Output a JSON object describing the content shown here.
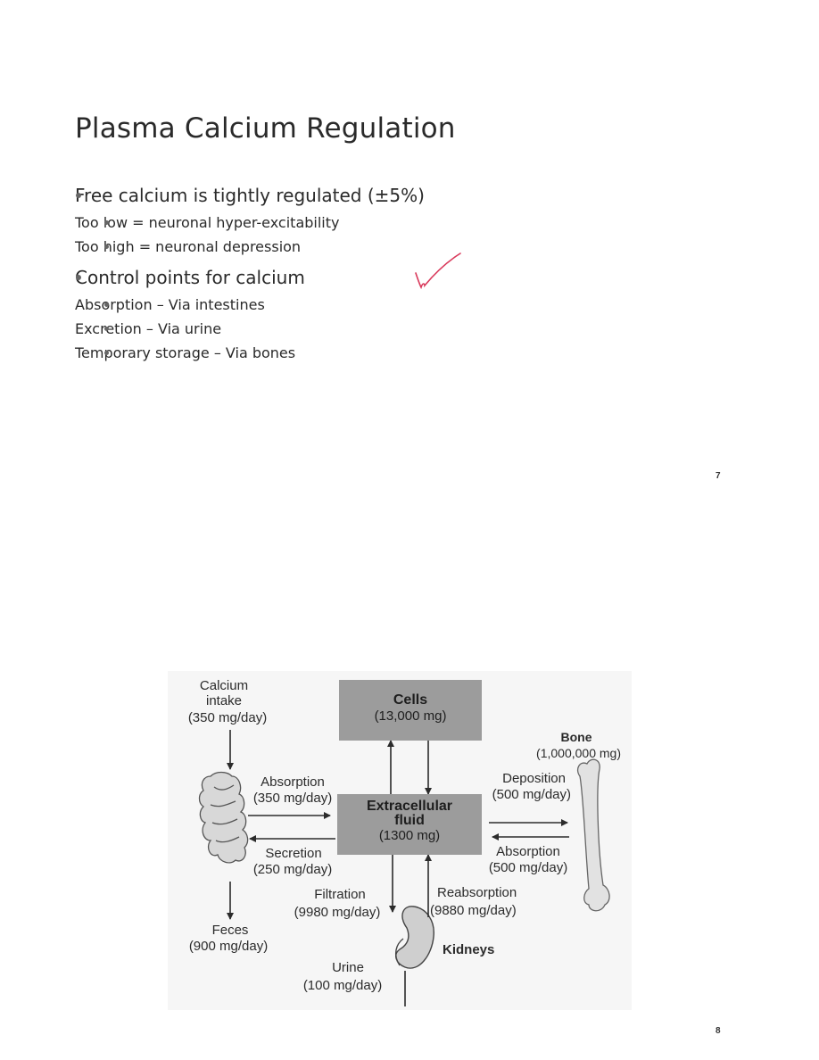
{
  "slide7": {
    "title": "Plasma Calcium Regulation",
    "page_number": "7",
    "bullets": [
      {
        "text": "Free calcium is tightly regulated (±5%)",
        "sub": [
          "Too low = neuronal hyper-excitability",
          "Too high = neuronal depression"
        ]
      },
      {
        "text": "Control points for calcium",
        "sub": [
          "Absorption – Via intestines",
          "Excretion – Via urine",
          "Temporary storage – Via bones"
        ]
      }
    ],
    "annotation_color": "#d9385a"
  },
  "slide8": {
    "page_number": "8",
    "diagram": {
      "intake": {
        "label": "Calcium\nintake",
        "value": "(350 mg/day)"
      },
      "cells": {
        "label": "Cells",
        "value": "(13,000 mg)"
      },
      "ecf": {
        "label": "Extracellular\nfluid",
        "value": "(1300 mg)"
      },
      "bone": {
        "label": "Bone",
        "value": "(1,000,000 mg)"
      },
      "gut_absorption": {
        "label": "Absorption",
        "value": "(350 mg/day)"
      },
      "secretion": {
        "label": "Secretion",
        "value": "(250 mg/day)"
      },
      "deposition": {
        "label": "Deposition",
        "value": "(500 mg/day)"
      },
      "bone_absorption": {
        "label": "Absorption",
        "value": "(500 mg/day)"
      },
      "filtration": {
        "label": "Filtration",
        "value": "(9980 mg/day)"
      },
      "reabsorption": {
        "label": "Reabsorption",
        "value": "(9880 mg/day)"
      },
      "feces": {
        "label": "Feces",
        "value": "(900 mg/day)"
      },
      "kidneys": {
        "label": "Kidneys"
      },
      "urine": {
        "label": "Urine",
        "value": "(100 mg/day)"
      }
    }
  }
}
